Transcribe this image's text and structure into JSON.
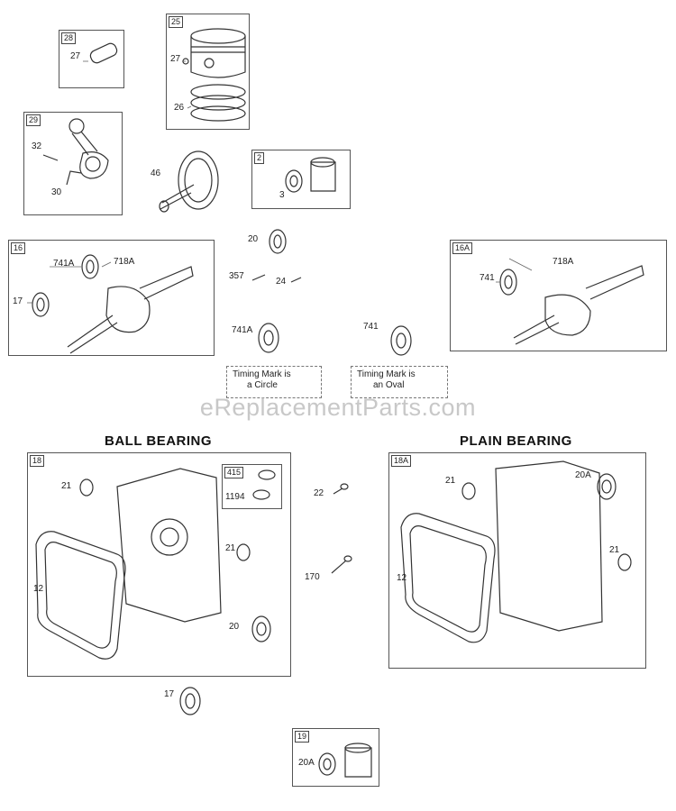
{
  "watermark": "eReplacementParts.com",
  "headings": {
    "ball_bearing": "BALL BEARING",
    "plain_bearing": "PLAIN BEARING"
  },
  "boxes": {
    "b28": "28",
    "b25": "25",
    "b29": "29",
    "b2": "2",
    "b16": "16",
    "b16a": "16A",
    "b18": "18",
    "b18a": "18A",
    "b415": "415",
    "b19": "19"
  },
  "notes": {
    "circle_line1": "Timing Mark is",
    "circle_line2": "a Circle",
    "oval_line1": "Timing Mark is",
    "oval_line2": "an Oval"
  },
  "parts": {
    "p27a": "27",
    "p27b": "27",
    "p26": "26",
    "p32": "32",
    "p30": "30",
    "p46": "46",
    "p3": "3",
    "p20a": "20",
    "p357": "357",
    "p24": "24",
    "p741a_1": "741A",
    "p718a_1": "718A",
    "p17a": "17",
    "p741_1": "741",
    "p718a_2": "718A",
    "p741a_2": "741A",
    "p741_2": "741",
    "p21a": "21",
    "p1194": "1194",
    "p21b": "21",
    "p12a": "12",
    "p20b": "20",
    "p22": "22",
    "p170": "170",
    "p17b": "17",
    "p21c": "21",
    "p20A": "20A",
    "p21d": "21",
    "p12b": "12",
    "p20A_b": "20A"
  }
}
